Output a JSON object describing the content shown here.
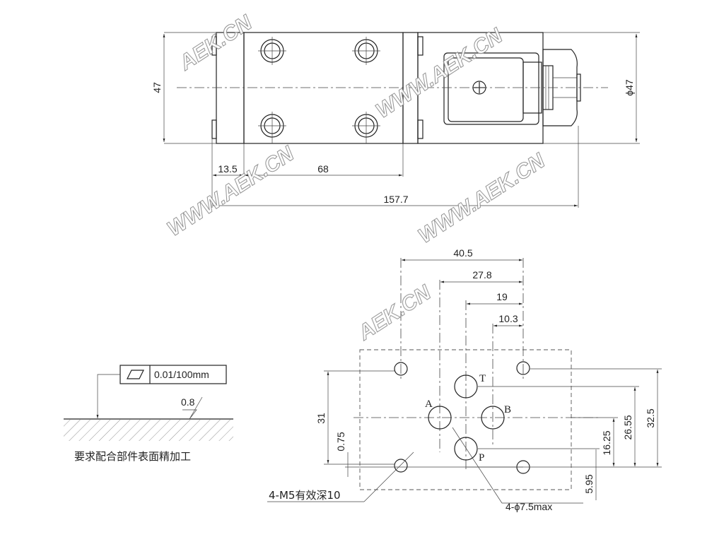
{
  "top_view": {
    "dims": {
      "height": "47",
      "diameter": "ϕ47",
      "left_offset": "13.5",
      "block_length": "68",
      "total_length": "157.7"
    }
  },
  "bottom_view": {
    "dims": {
      "d40_5": "40.5",
      "d27_8": "27.8",
      "d19": "19",
      "d10_3": "10.3",
      "d31": "31",
      "d0_75": "0.75",
      "d32_5": "32.5",
      "d26_55": "26.55",
      "d16_25": "16.25",
      "d5_95": "5.95"
    },
    "ports": {
      "T": "T",
      "A": "A",
      "B": "B",
      "P": "P"
    },
    "notes": {
      "mount_holes": "4-M5有效深10",
      "port_holes": "4-ϕ7.5max"
    }
  },
  "surface_spec": {
    "flatness": "0.01/100mm",
    "roughness": "0.8",
    "note": "要求配合部件表面精加工"
  },
  "watermarks": [
    "AEK.CN",
    "WWW.AEK.CN",
    "WWW.AEK.CN",
    "WWW.AEK.CN",
    "AEK.CN"
  ]
}
